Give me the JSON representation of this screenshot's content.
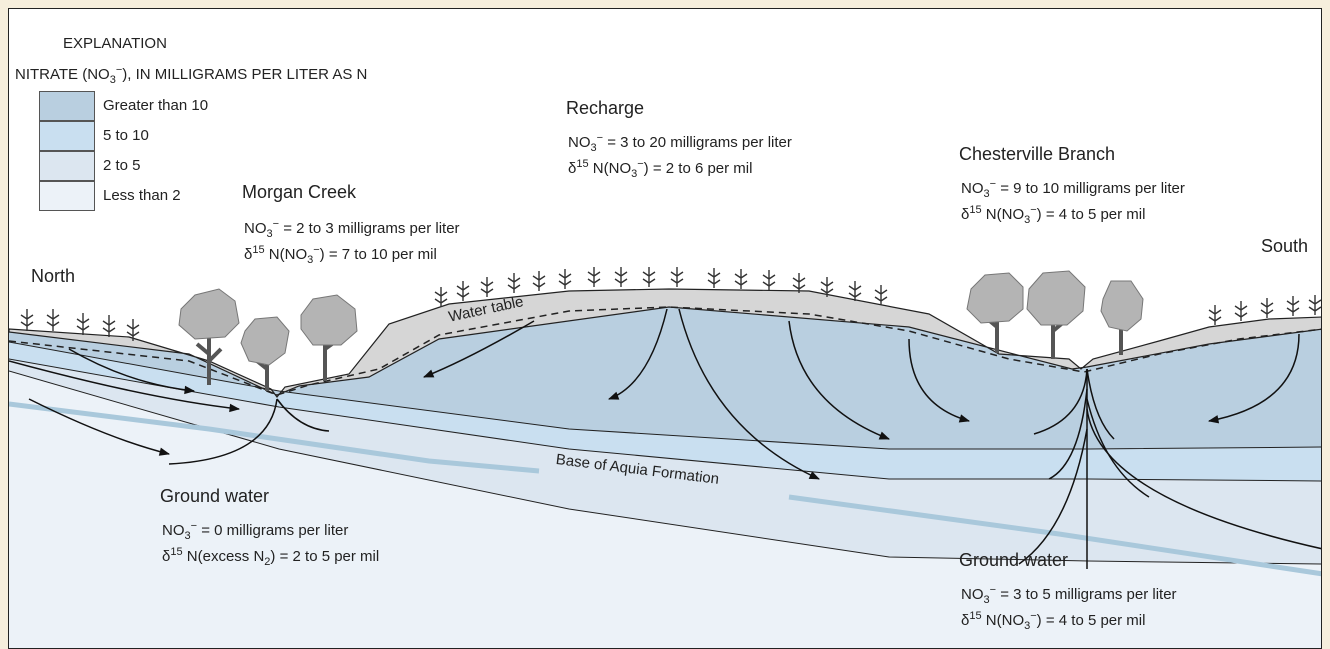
{
  "colors": {
    "gt10": "#b9cfe0",
    "5to10": "#c9dff0",
    "2to5": "#dce6f0",
    "lt2": "#ecf2f8",
    "unsat": "#d6d6d6",
    "base_line": "#a9c8db",
    "background": "#f6eedc"
  },
  "legend": {
    "title": "EXPLANATION",
    "subtitle_prefix": "NITRATE (NO",
    "subtitle_sub": "3",
    "subtitle_sup": "−",
    "subtitle_suffix": "), IN MILLIGRAMS PER LITER AS N",
    "items": [
      {
        "label": "Greater than 10",
        "color": "#b9cfe0"
      },
      {
        "label": "5 to 10",
        "color": "#c9dff0"
      },
      {
        "label": "2 to 5",
        "color": "#dce6f0"
      },
      {
        "label": "Less than 2",
        "color": "#ecf2f8"
      }
    ]
  },
  "labels": {
    "north": "North",
    "south": "South",
    "water_table": "Water table",
    "base_aquia": "Base of Aquia Formation"
  },
  "annotations": {
    "morgan": {
      "title": "Morgan Creek",
      "no3": "= 2 to 3 milligrams per liter",
      "d15": "N(NO",
      "d15_val": ") = 7 to 10 per mil"
    },
    "recharge": {
      "title": "Recharge",
      "no3": "= 3 to 20 milligrams per liter",
      "d15": "N(NO",
      "d15_val": ") = 2 to 6 per mil"
    },
    "chester": {
      "title": "Chesterville Branch",
      "no3": "= 9 to 10 milligrams per liter",
      "d15": "N(NO",
      "d15_val": ") = 4 to 5 per mil"
    },
    "gw_north": {
      "title": "Ground water",
      "no3": "= 0 milligrams per liter",
      "d15": "N(excess N",
      "d15_val": ") = 2 to 5 per mil"
    },
    "gw_south": {
      "title": "Ground water",
      "no3": "= 3 to 5 milligrams per liter",
      "d15": "N(NO",
      "d15_val": ") = 4 to 5 per mil"
    }
  },
  "symbols": {
    "no3": "NO",
    "sub3": "3",
    "minus": "−",
    "delta": "δ",
    "sup15": "15",
    "sub2": "2"
  }
}
